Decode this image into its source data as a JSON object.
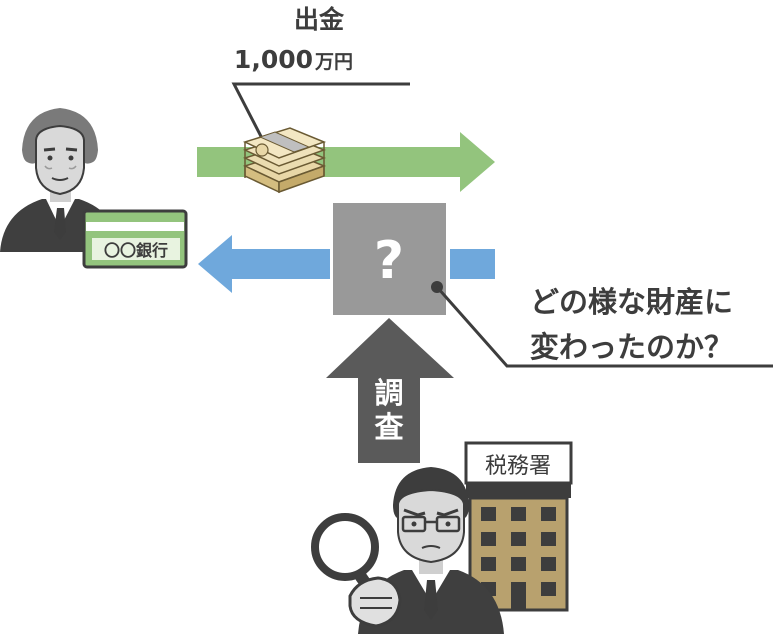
{
  "withdrawal": {
    "title": "出金",
    "amount": "1,000",
    "unit": "万円"
  },
  "bank": {
    "label": "〇〇銀行"
  },
  "unknown": {
    "symbol": "?"
  },
  "question": {
    "line1": "どの様な財産に",
    "line2": "変わったのか？"
  },
  "investigation": {
    "char1": "調",
    "char2": "査"
  },
  "tax_office": {
    "label": "税務署"
  },
  "colors": {
    "green_arrow": "#93c47d",
    "blue_arrow": "#6fa8dc",
    "gray_box": "#999999",
    "dark_arrow": "#5a5a5a",
    "building": "#b8a16e",
    "outline": "#3d3d3d"
  }
}
